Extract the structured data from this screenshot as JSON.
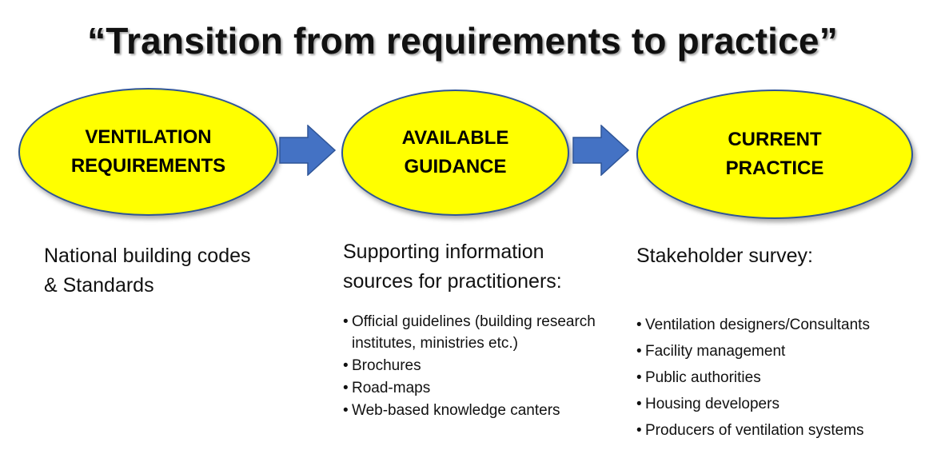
{
  "title": "“Transition from requirements to practice”",
  "stages": [
    {
      "label": "VENTILATION\nREQUIREMENTS"
    },
    {
      "label": "AVAILABLE\nGUIDANCE"
    },
    {
      "label": "CURRENT\nPRACTICE"
    }
  ],
  "details": [
    {
      "heading": "National building codes\n& Standards",
      "bullets": []
    },
    {
      "heading": "Supporting information\nsources for practitioners:",
      "bullets": [
        "Official guidelines (building research institutes, ministries etc.)",
        "Brochures",
        "Road-maps",
        "Web-based knowledge canters"
      ]
    },
    {
      "heading": "Stakeholder survey:",
      "bullets": [
        "Ventilation designers/Consultants",
        "Facility management",
        "Public authorities",
        "Housing developers",
        "Producers of ventilation systems"
      ]
    }
  ],
  "colors": {
    "ellipse_fill": "#ffff00",
    "ellipse_border": "#2f5597",
    "arrow_fill": "#4472c4",
    "arrow_border": "#2f5597"
  },
  "icons": {
    "arrow": "right-arrow-icon"
  }
}
